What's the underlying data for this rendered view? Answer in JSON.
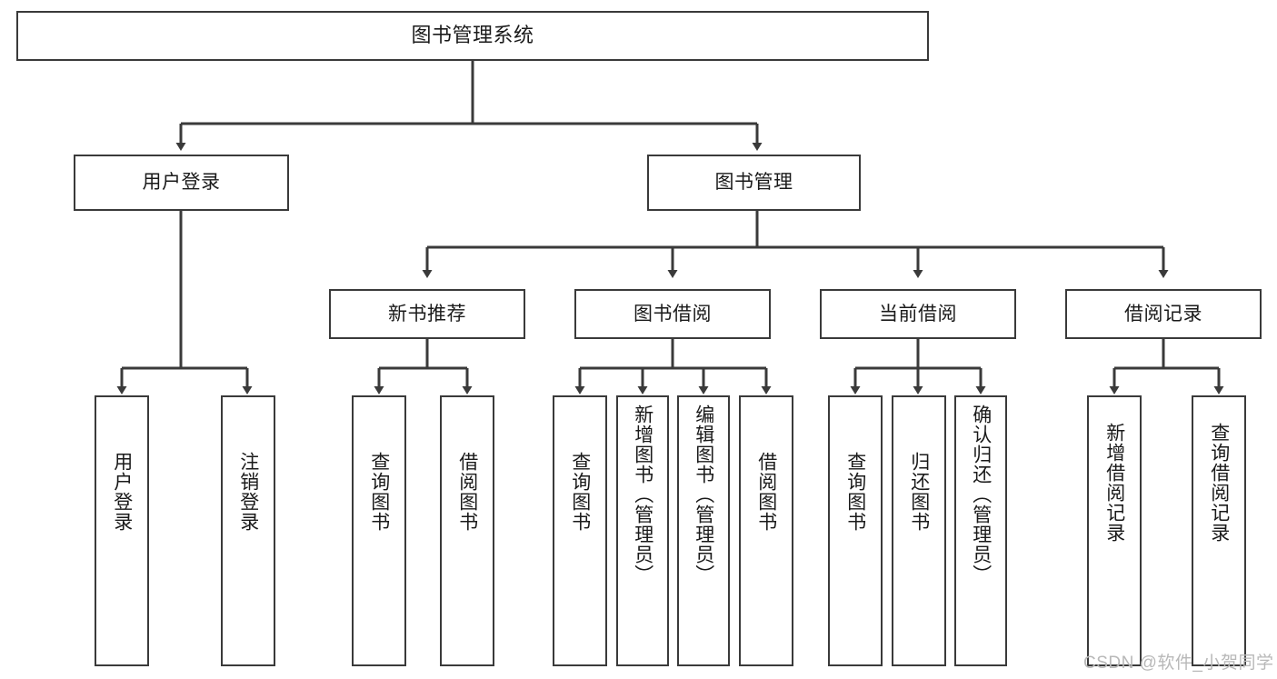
{
  "diagram": {
    "type": "tree-hierarchy-flowchart",
    "title": "图书管理系统",
    "line_color": "#3a3a3a",
    "box_fill": "#ffffff",
    "text_color": "#1a1a1a",
    "root": {
      "label": "图书管理系统"
    },
    "level2": [
      {
        "label": "用户登录"
      },
      {
        "label": "图书管理"
      }
    ],
    "level3": [
      {
        "label": "新书推荐"
      },
      {
        "label": "图书借阅"
      },
      {
        "label": "当前借阅"
      },
      {
        "label": "借阅记录"
      }
    ],
    "leaves": {
      "user_login": [
        {
          "label": "用户登录"
        },
        {
          "label": "注销登录"
        }
      ],
      "new_book_recommend": [
        {
          "label": "查询图书"
        },
        {
          "label": "借阅图书"
        }
      ],
      "book_borrow": [
        {
          "label": "查询图书"
        },
        {
          "label": "新增图书（管理员）"
        },
        {
          "label": "编辑图书（管理员）"
        },
        {
          "label": "借阅图书"
        }
      ],
      "current_borrow": [
        {
          "label": "查询图书"
        },
        {
          "label": "归还图书"
        },
        {
          "label": "确认归还（管理员）"
        }
      ],
      "borrow_record": [
        {
          "label": "新增借阅记录"
        },
        {
          "label": "查询借阅记录"
        }
      ]
    }
  },
  "watermark": {
    "text": "CSDN @软件_小贺同学"
  }
}
